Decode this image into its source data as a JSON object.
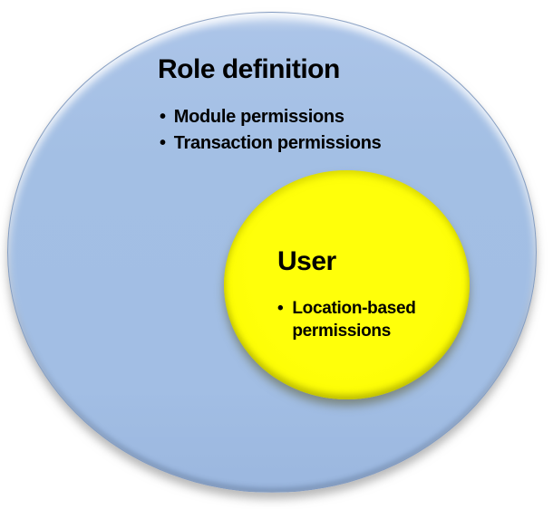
{
  "page": {
    "background_color": "#ffffff"
  },
  "diagram": {
    "type": "nested-sets",
    "bullet_glyph": "•",
    "text_color": "#000000",
    "outer_set": {
      "title": "Role definition",
      "bullets": [
        "Module permissions",
        "Transaction permissions"
      ],
      "fill_color": "#a2bee4"
    },
    "inner_set": {
      "title": "User",
      "bullets": [
        "Location-based permissions"
      ],
      "fill_color": "#ffff00"
    }
  }
}
